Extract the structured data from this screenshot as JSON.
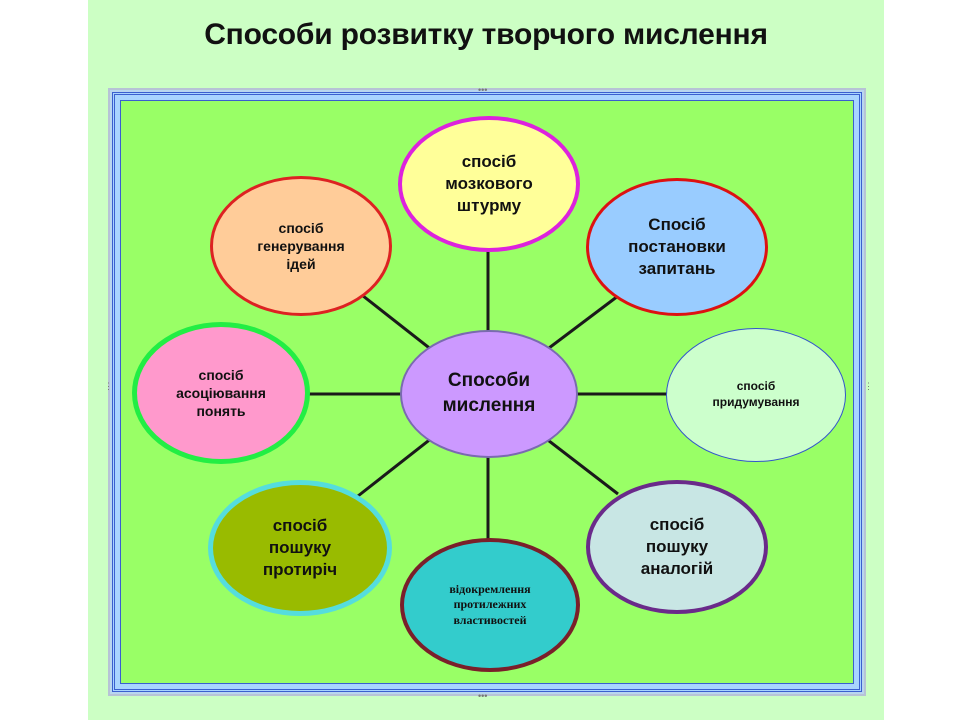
{
  "slide": {
    "title": "Способи розвитку творчого мислення"
  },
  "diagram": {
    "center": {
      "label": "Способи\nмислення",
      "fill": "#cc99ff",
      "border": "#7a6ab0"
    },
    "nodes": [
      {
        "id": "brainstorm",
        "label": "спосіб\nмозкового\nштурму",
        "fill": "#ffff99",
        "border": "#dd22dd"
      },
      {
        "id": "questions",
        "label": "Спосіб\nпостановки\nзапитань",
        "fill": "#99ccff",
        "border": "#dd1111"
      },
      {
        "id": "invention",
        "label": "спосіб\nпридумування",
        "fill": "#ccffcc",
        "border": "#3355cc"
      },
      {
        "id": "analogies",
        "label": "спосіб\nпошуку\nаналогій",
        "fill": "#c8e6e4",
        "border": "#6a2a8a"
      },
      {
        "id": "opposites",
        "label": "відокремлення\nпротилежних\nвластивостей",
        "fill": "#33cccc",
        "border": "#7a1f2a"
      },
      {
        "id": "contradictions",
        "label": "спосіб\nпошуку\nпротиріч",
        "fill": "#99bb00",
        "border": "#55dddd"
      },
      {
        "id": "associations",
        "label": "спосіб\nасоціювання\nпонять",
        "fill": "#ff99cc",
        "border": "#22ee44"
      },
      {
        "id": "ideas",
        "label": "спосіб\nгенерування\nідей",
        "fill": "#ffcc99",
        "border": "#dd2222"
      }
    ]
  }
}
